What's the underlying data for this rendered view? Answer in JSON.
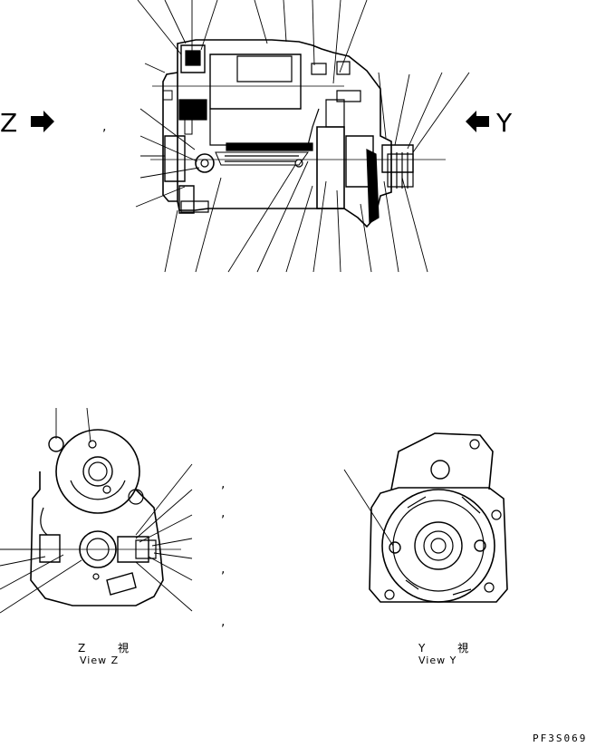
{
  "top_view": {
    "label_z": "Z",
    "label_y": "Y",
    "comma": ","
  },
  "bottom_left": {
    "caption_jp": "Z 視",
    "caption_en": "View Z",
    "commas": [
      ",",
      ",",
      ",",
      ","
    ]
  },
  "bottom_right": {
    "caption_jp": "Y 視",
    "caption_en": "View Y"
  },
  "drawing_code": "PF3S069",
  "colors": {
    "ink": "#000000",
    "paper": "#ffffff"
  }
}
